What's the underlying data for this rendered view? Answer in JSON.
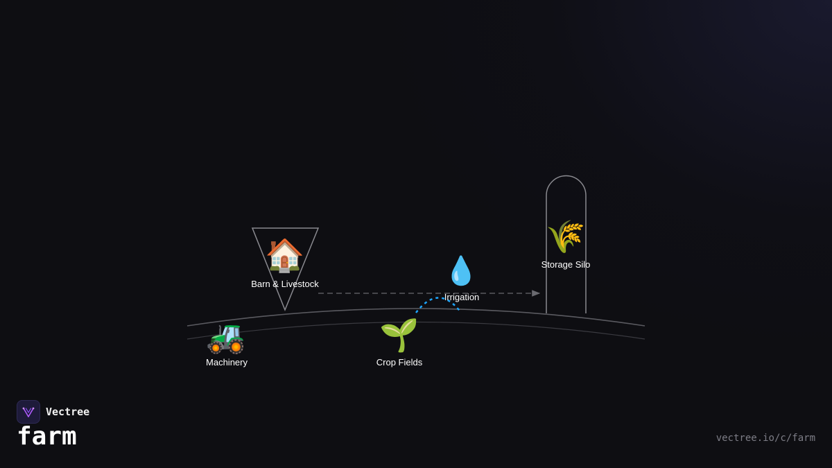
{
  "brand": {
    "name": "Vectree",
    "logo_icon": "vectree-logo-icon"
  },
  "page": {
    "title": "farm",
    "url": "vectree.io/c/farm"
  },
  "nodes": {
    "barn": {
      "emoji": "🏠",
      "label": "Barn & Livestock",
      "icon": "house-icon"
    },
    "irrigation": {
      "emoji": "💧",
      "label": "Irrigation",
      "icon": "water-drop-icon"
    },
    "silo": {
      "emoji": "🌾",
      "label": "Storage Silo",
      "icon": "wheat-icon"
    },
    "machinery": {
      "emoji": "🚜",
      "label": "Machinery",
      "icon": "tractor-icon"
    },
    "crops": {
      "emoji": "🌱",
      "label": "Crop Fields",
      "icon": "seedling-icon"
    }
  },
  "colors": {
    "background": "#0e0e12",
    "outline": "#8a8a90",
    "ground": "#5a5a60",
    "arrow": "#6a6a70",
    "irrigation_arc": "#1ea7ff",
    "logo_accent": "#b15cff"
  }
}
